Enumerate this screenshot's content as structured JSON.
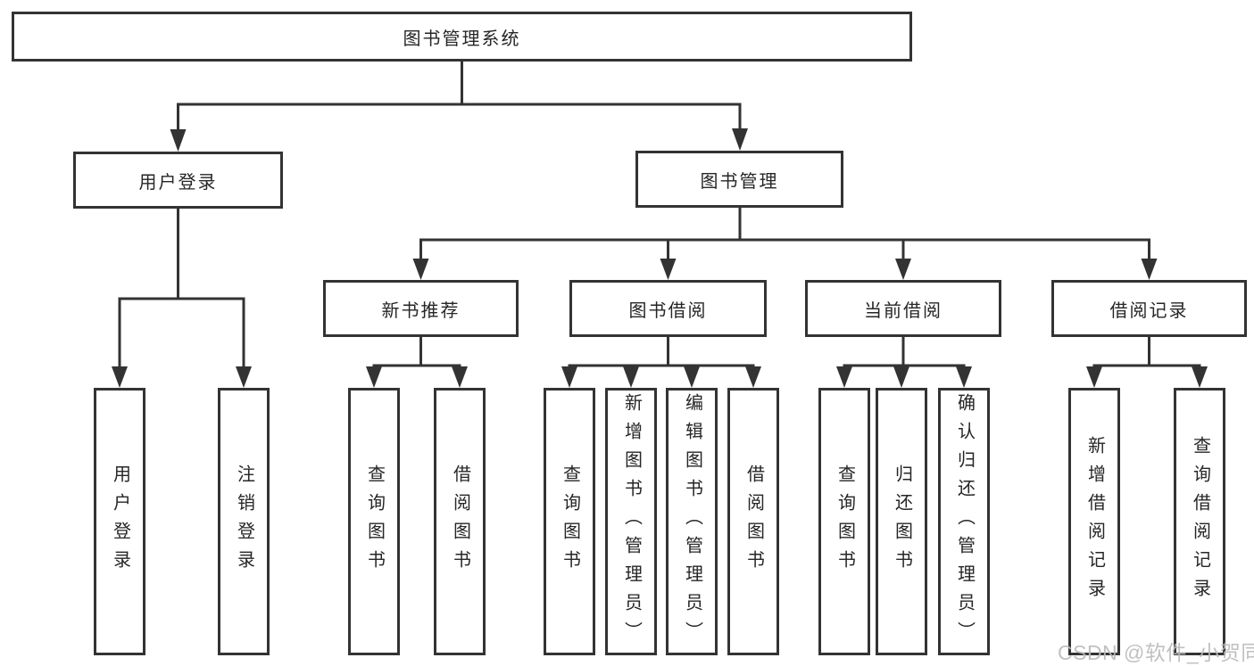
{
  "colors": {
    "line": "#333333",
    "text": "#262626",
    "watermark": "#bcb9b9"
  },
  "watermark": "CSDN @软件_小贺同学",
  "tree": {
    "label": "图书管理系统",
    "children": [
      {
        "label": "用户登录",
        "children": [
          {
            "label": "用户登录"
          },
          {
            "label": "注销登录"
          }
        ]
      },
      {
        "label": "图书管理",
        "children": [
          {
            "label": "新书推荐",
            "children": [
              {
                "label": "查询图书"
              },
              {
                "label": "借阅图书"
              }
            ]
          },
          {
            "label": "图书借阅",
            "children": [
              {
                "label": "查询图书"
              },
              {
                "label": "新增图书（管理员）"
              },
              {
                "label": "编辑图书（管理员）"
              },
              {
                "label": "借阅图书"
              }
            ]
          },
          {
            "label": "当前借阅",
            "children": [
              {
                "label": "查询图书"
              },
              {
                "label": "归还图书"
              },
              {
                "label": "确认归还（管理员）"
              }
            ]
          },
          {
            "label": "借阅记录",
            "children": [
              {
                "label": "新增借阅记录"
              },
              {
                "label": "查询借阅记录"
              }
            ]
          }
        ]
      }
    ]
  }
}
